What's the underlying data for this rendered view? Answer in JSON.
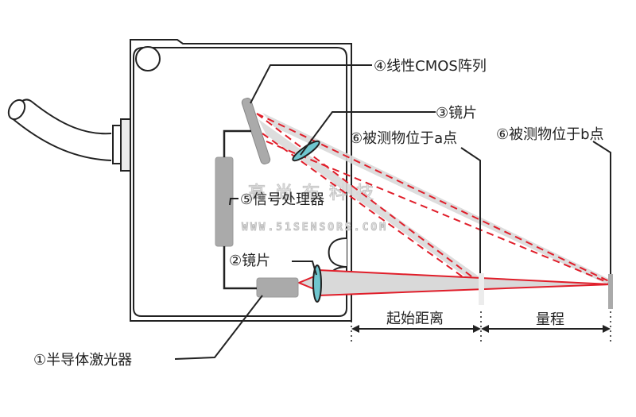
{
  "diagram": {
    "title": "激光三角测距传感器原理",
    "labels": {
      "laser": "①半导体激光器",
      "lens_emit": "②镜片",
      "lens_receive": "③镜片",
      "cmos": "④线性CMOS阵列",
      "processor": "⑤信号处理器",
      "object_a": "⑥被测物位于a点",
      "object_b": "⑥被测物位于b点",
      "start_distance": "起始距离",
      "range": "量程"
    },
    "watermark": {
      "cn": "高尚布科技",
      "url": "WWW.51SENSORS.COM"
    },
    "colors": {
      "outline": "#222222",
      "component_gray": "#aaaaaa",
      "beam_fill": "#d9d9d9",
      "laser_red": "#e01e2a",
      "lens_cyan": "#6fc6cf"
    }
  }
}
